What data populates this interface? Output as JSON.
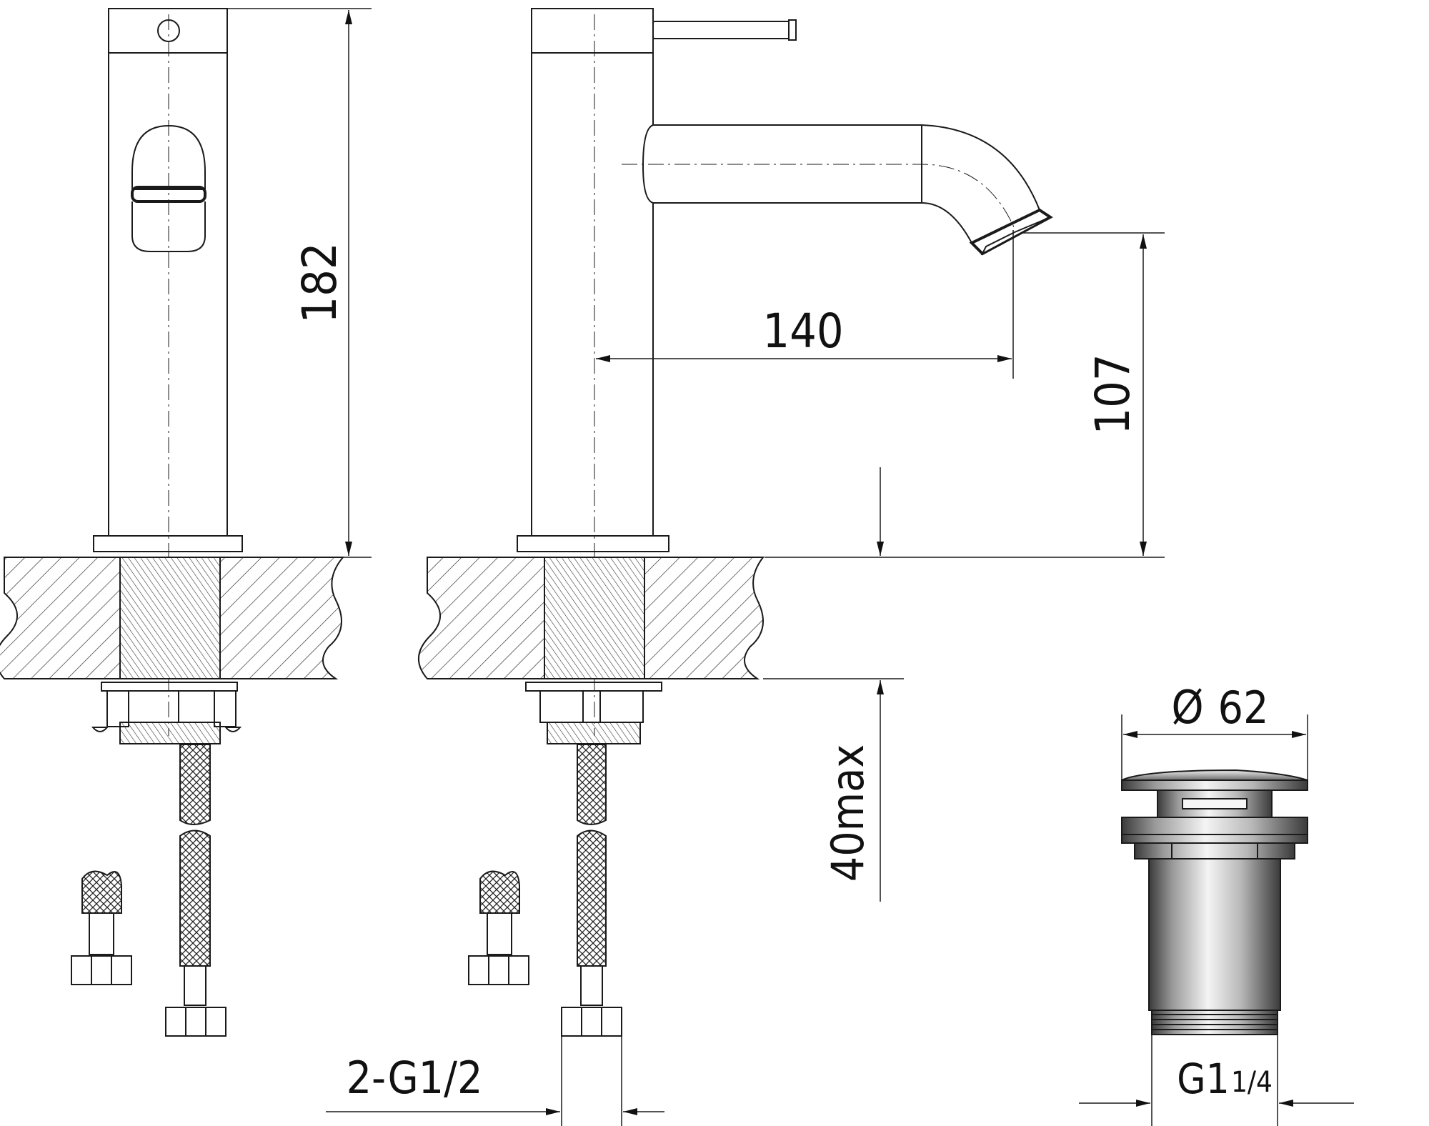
{
  "drawing": {
    "dimensions": {
      "height_total": "182",
      "spout_reach": "140",
      "spout_height": "107",
      "deck_thickness": "40max",
      "supply_thread": "2-G1/2",
      "waste_diameter": "62",
      "waste_diameter_symbol": "Ø",
      "waste_thread_main": "G1",
      "waste_thread_frac": "1/4"
    }
  }
}
